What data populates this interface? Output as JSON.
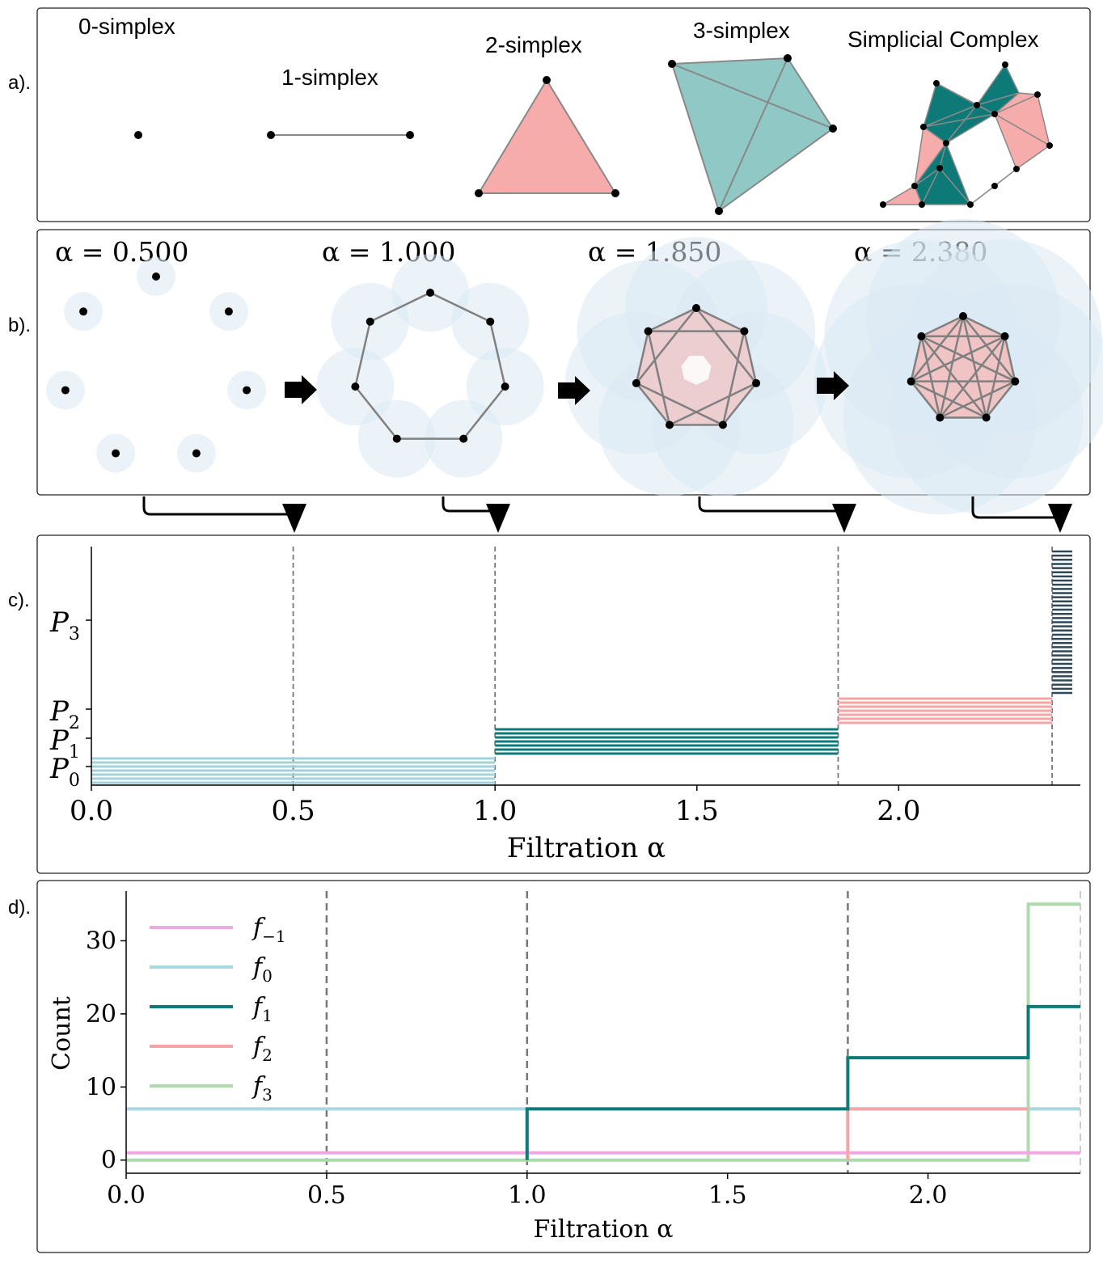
{
  "panel_labels": {
    "a": "a).",
    "b": "b).",
    "c": "c).",
    "d": "d)."
  },
  "panel_a": {
    "labels": [
      "0-simplex",
      "1-simplex",
      "2-simplex",
      "3-simplex",
      "Simplicial Complex"
    ],
    "colors": {
      "pink": "#f7acac",
      "teal_light": "#90c8c6",
      "teal_dark": "#0d7a77",
      "edge": "#888888",
      "vertex": "#000000"
    }
  },
  "panel_b": {
    "alpha_labels": [
      "α = 0.500",
      "α = 1.000",
      "α = 1.850",
      "α = 2.380"
    ],
    "arrow_icon": "right-arrow-icon",
    "colors": {
      "ball": "#dbeaf4",
      "simplex": "#f2c0c0",
      "edge": "#808080"
    }
  },
  "chart_data": [
    {
      "type": "barcode",
      "xlabel": "Filtration α",
      "x_ticks": [
        "0.0",
        "0.5",
        "1.0",
        "1.5",
        "2.0"
      ],
      "xlim": [
        0.0,
        2.45
      ],
      "y_ticks": [
        "P_3",
        "P_2",
        "P_1",
        "P_0"
      ],
      "markers": [
        0.5,
        1.0,
        1.85,
        2.38
      ],
      "series": [
        {
          "name": "P_0",
          "color": "#a3d2db",
          "start": 0.0,
          "end": 1.0,
          "count": 7
        },
        {
          "name": "P_1",
          "color": "#0d7b78",
          "start": 1.0,
          "end": 1.85,
          "count": 7
        },
        {
          "name": "P_2",
          "color": "#f4a5a5",
          "start": 1.85,
          "end": 2.38,
          "count": 7
        },
        {
          "name": "P_3",
          "color": "#2f4858",
          "start": 2.38,
          "end": 2.43,
          "count": 35
        }
      ],
      "grid": false
    },
    {
      "type": "line",
      "xlabel": "Filtration α",
      "ylabel": "Count",
      "x_ticks": [
        "0.0",
        "0.5",
        "1.0",
        "1.5",
        "2.0"
      ],
      "y_ticks": [
        "0",
        "10",
        "20",
        "30"
      ],
      "xlim": [
        0.0,
        2.38
      ],
      "ylim": [
        -1.8,
        36.8
      ],
      "markers": [
        0.5,
        1.0,
        1.8,
        2.38
      ],
      "legend": "top-left",
      "legend_labels": [
        "f_{-1}",
        "f_0",
        "f_1",
        "f_2",
        "f_3"
      ],
      "series": [
        {
          "name": "f_{-1}",
          "color": "#f0a9e0",
          "steps": [
            [
              0.0,
              1
            ],
            [
              2.38,
              1
            ]
          ]
        },
        {
          "name": "f_0",
          "color": "#a8d8df",
          "steps": [
            [
              0.0,
              7
            ],
            [
              2.38,
              7
            ]
          ]
        },
        {
          "name": "f_1",
          "color": "#0d7b78",
          "steps": [
            [
              1.0,
              0
            ],
            [
              1.0,
              7
            ],
            [
              1.8,
              7
            ],
            [
              1.8,
              14
            ],
            [
              2.25,
              14
            ],
            [
              2.25,
              21
            ],
            [
              2.38,
              21
            ]
          ]
        },
        {
          "name": "f_2",
          "color": "#f4a5a5",
          "steps": [
            [
              1.8,
              0
            ],
            [
              1.8,
              7
            ],
            [
              2.25,
              7
            ]
          ]
        },
        {
          "name": "f_3",
          "color": "#acdcac",
          "steps": [
            [
              0.0,
              0
            ],
            [
              2.25,
              0
            ],
            [
              2.25,
              35
            ],
            [
              2.38,
              35
            ]
          ]
        }
      ],
      "grid": false
    }
  ]
}
